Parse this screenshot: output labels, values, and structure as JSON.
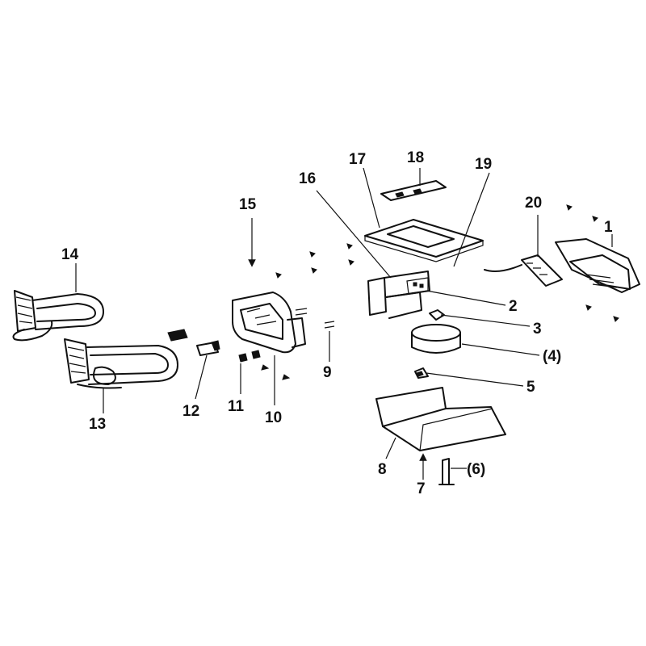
{
  "callouts": {
    "c1": "1",
    "c2": "2",
    "c3": "3",
    "c4": "(4)",
    "c5": "5",
    "c6": "(6)",
    "c7": "7",
    "c8": "8",
    "c9": "9",
    "c10": "10",
    "c11": "11",
    "c12": "12",
    "c13": "13",
    "c14": "14",
    "c15": "15",
    "c16": "16",
    "c17": "17",
    "c18": "18",
    "c19": "19",
    "c20": "20"
  },
  "colors": {
    "ink": "#111111",
    "background": "#ffffff"
  }
}
